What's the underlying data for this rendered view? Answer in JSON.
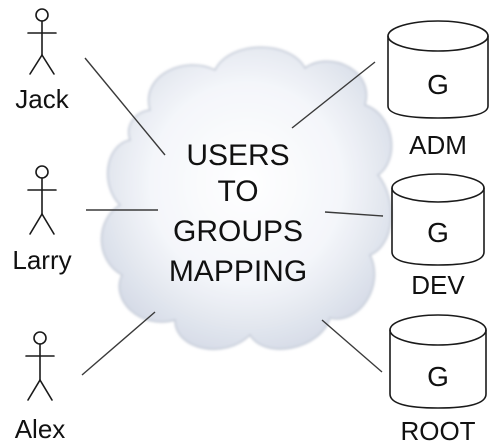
{
  "users": [
    {
      "name": "Jack"
    },
    {
      "name": "Larry"
    },
    {
      "name": "Alex"
    }
  ],
  "cloud": {
    "lines": [
      "USERS",
      "TO",
      "GROUPS",
      "MAPPING"
    ]
  },
  "groups": [
    {
      "letter": "G",
      "name": "ADM"
    },
    {
      "letter": "G",
      "name": "DEV"
    },
    {
      "letter": "G",
      "name": "ROOT"
    }
  ],
  "colors": {
    "cloud_fill_center": "#ffffff",
    "cloud_fill_edge": "#d8dde8",
    "cloud_outline": "#b4bccb",
    "stroke": "#1a1a1a"
  }
}
